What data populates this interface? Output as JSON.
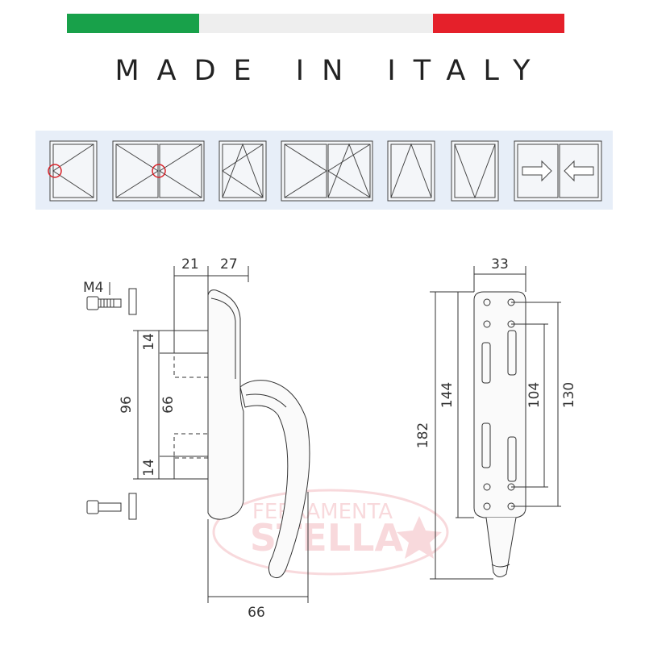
{
  "flag": {
    "colors": [
      "#18a14a",
      "#eeeeee",
      "#e5202a"
    ]
  },
  "headline": "MADE IN ITALY",
  "strip_bg": "#e7eef8",
  "window_icons": [
    "single-sash-tilt-turn-icon",
    "double-sash-turn-icon",
    "single-sash-tilt-turn-alt-icon",
    "double-sash-tilt-turn-icon",
    "tilt-only-window-icon",
    "bottom-hung-window-icon",
    "sliding-window-icon"
  ],
  "dimensions": {
    "screw": "M4",
    "base_width": "21",
    "lever_offset": "27",
    "total_height": "96",
    "pin_spacing": "66",
    "pin_top": "14",
    "pin_bottom": "14",
    "lever_length": "66",
    "plate_width": "33",
    "plate_length": "182",
    "plate_holes_outer": "144",
    "plate_holes_inner": "104",
    "plate_holes_total": "130"
  },
  "watermark": {
    "line1": "FERRAMENTA",
    "line2": "STELLA"
  }
}
